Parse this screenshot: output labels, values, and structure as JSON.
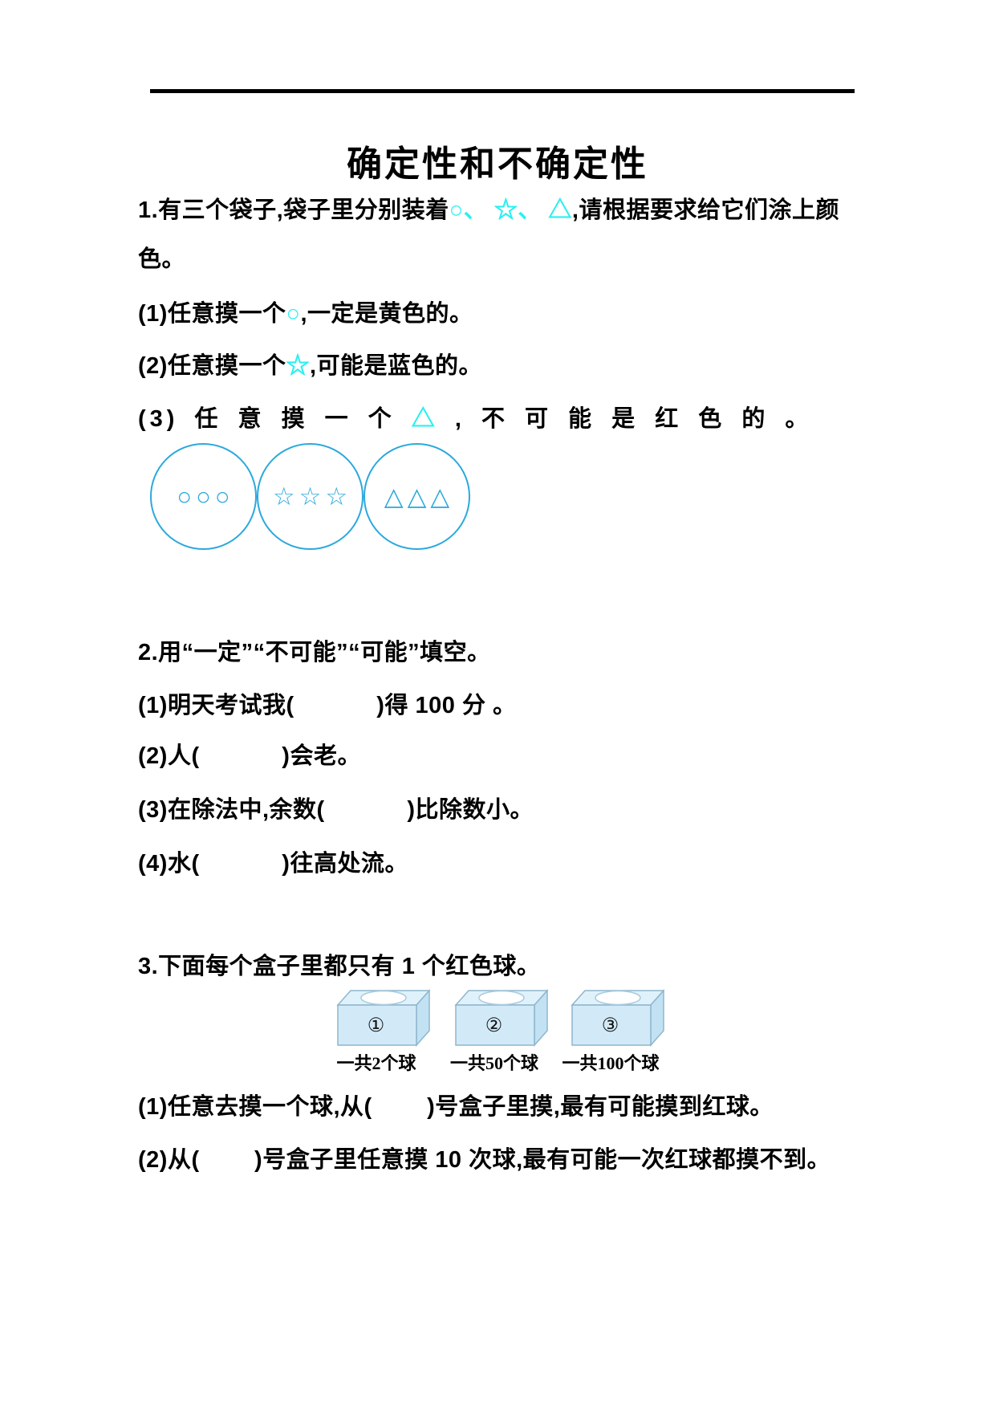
{
  "page": {
    "title": "确定性和不确定性"
  },
  "colors": {
    "text": "#000000",
    "shape_cyan": "#2BF0F0",
    "bag_blue": "#2BA9DD",
    "box_top_fill": "#DFF2FB",
    "box_front_fill": "#D2EAF8",
    "box_side_fill": "#C2E2F3",
    "box_stroke": "#8FB6CC"
  },
  "q1": {
    "intro": {
      "prefix": "1.有三个袋子,袋子里分别装着",
      "shape1": "○、 ",
      "shape2": "☆、 ",
      "shape3": "△",
      "suffix": ",请根据要求给它们涂上颜",
      "wrap_line": "色。"
    },
    "items": [
      {
        "prefix": "(1)任意摸一个",
        "shape": "○",
        "suffix": ",一定是黄色的。"
      },
      {
        "prefix": "(2)任意摸一个",
        "shape": "☆",
        "suffix": ",可能是蓝色的。"
      },
      {
        "prefix": "(3) 任 意 摸 一 个 ",
        "shape": "△",
        "suffix": " , 不 可 能 是 红 色 的 。"
      }
    ],
    "bags": [
      {
        "shapes": "○○○"
      },
      {
        "shapes": "☆☆☆"
      },
      {
        "shapes": "△△△"
      }
    ]
  },
  "q2": {
    "header": "2.用“一定”“不可能”“可能”填空。",
    "items": [
      "(1)明天考试我(            )得 100 分 。",
      "(2)人(            )会老。",
      "(3)在除法中,余数(            )比除数小。",
      "(4)水(            )往高处流。"
    ]
  },
  "q3": {
    "header": "3.下面每个盒子里都只有 1 个红色球。",
    "boxes": [
      {
        "number": "①",
        "label": "一共2个球"
      },
      {
        "number": "②",
        "label": "一共50个球"
      },
      {
        "number": "③",
        "label": "一共100个球"
      }
    ],
    "items": [
      "(1)任意去摸一个球,从(        )号盒子里摸,最有可能摸到红球。",
      "(2)从(        )号盒子里任意摸 10 次球,最有可能一次红球都摸不到。"
    ]
  }
}
